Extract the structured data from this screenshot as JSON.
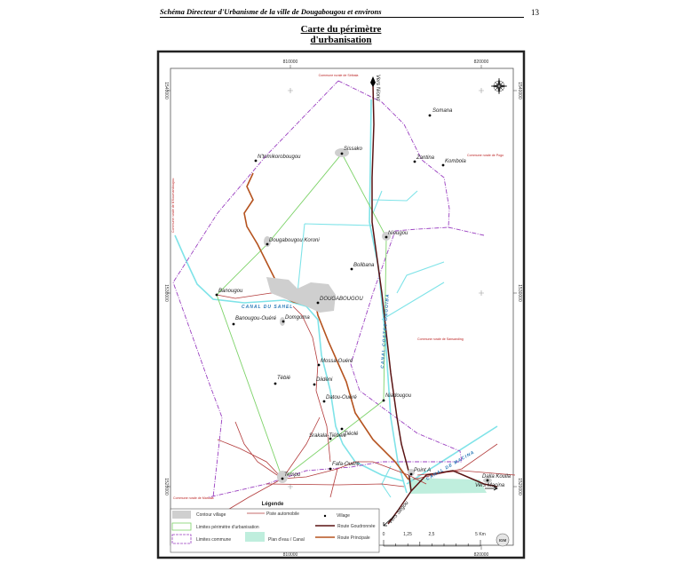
{
  "header": {
    "running_title": "Schéma Directeur d'Urbanisme de la ville de Dougabougou et environs",
    "page_number": "13"
  },
  "title": {
    "line1": "Carte du périmètre",
    "line2": "d'urbanisation"
  },
  "map": {
    "coords": {
      "x_ticks": [
        "810000",
        "820000"
      ],
      "y_ticks": [
        "1540000",
        "1530000",
        "1520000"
      ]
    },
    "communes": [
      "Commune rurale de Siribala",
      "Commune rurale de Pogo",
      "Commune rurale de Sansanding",
      "Commune rurale de Markala",
      "Commune rurale de N'Koumandougou"
    ],
    "villages": [
      "Somana",
      "Sissako",
      "N'tomikorobougou",
      "Zantina",
      "Kombola",
      "Niougou",
      "Dougabougou Koroni",
      "Bolibana",
      "Banougou",
      "DOUGABOUGOU",
      "Banougou-Ouéré",
      "Domgoma",
      "Mossa-Ouéré",
      "Tèbié",
      "Diidéni",
      "Niadougou",
      "Datou-Ouéré",
      "Tiéolé",
      "Srakala-Tiébélé",
      "Fafa-Ouéré",
      "Tempu",
      "Point A",
      "Dalla Koulla"
    ],
    "canals": [
      "CANAL DU SAHEL",
      "CANAL COSTES ONGOÏBA",
      "CANAL DE MACINA"
    ],
    "directions": [
      "Vers Niono",
      "Vers Macina",
      "Vers Ségou"
    ],
    "colors": {
      "route_goudronnee": "#5a1414",
      "route_principale": "#b5531f",
      "piste": "#b23a3a",
      "canal": "#7fe3e8",
      "perimetre": "#7ed36a",
      "commune": "#9a3fc0",
      "plan_eau": "#bfeedd"
    }
  },
  "legend": {
    "title": "Légende",
    "items": [
      "Contour village",
      "Limites périmètre d'urbanisation",
      "Limites commune",
      "Piste automobile",
      "Plan d'eau / Canal",
      "Village",
      "Route Goudronnée",
      "Route Principale"
    ],
    "scale": [
      "0",
      "1,25",
      "2,5",
      "5 Km"
    ],
    "logo": "IGM"
  }
}
